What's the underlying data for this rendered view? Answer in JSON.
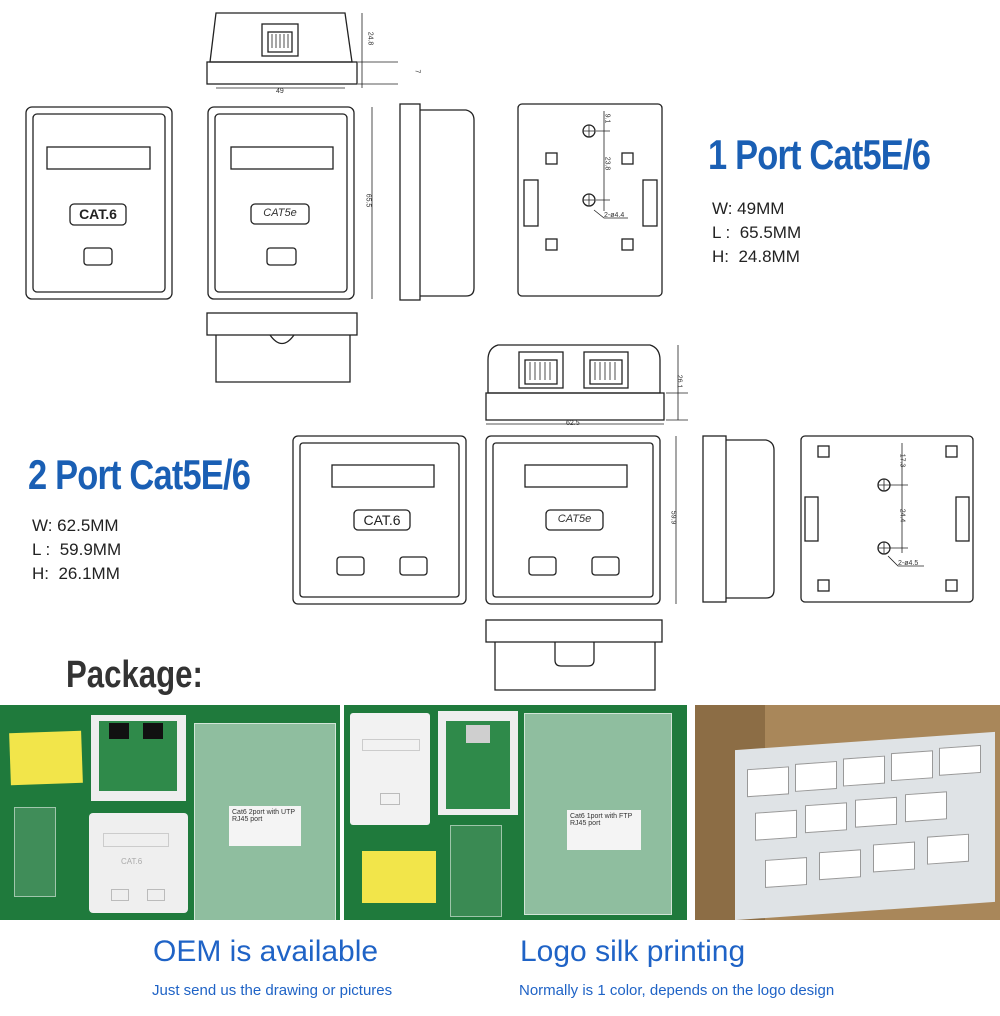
{
  "one_port": {
    "title": "1 Port Cat5E/6",
    "width": "W: 49MM",
    "length": "L :  65.5MM",
    "height": "H:  24.8MM",
    "label_cat6": "CAT.6",
    "label_cat5e": "CAT5e",
    "dims": {
      "top_width": "49",
      "top_height": "24.8",
      "flange": "7",
      "side_height": "65.5",
      "back_a": "9.1",
      "back_b": "23.8",
      "back_hole": "2-ø4.4"
    }
  },
  "two_port": {
    "title": "2 Port Cat5E/6",
    "width": "W: 62.5MM",
    "length": "L :  59.9MM",
    "height": "H:  26.1MM",
    "label_cat6": "CAT.6",
    "label_cat5e": "CAT5e",
    "dims": {
      "top_width": "62.5",
      "top_height": "26.1",
      "side_height": "59.9",
      "back_a": "17.3",
      "back_b": "24.4",
      "back_hole": "2-ø4.5"
    }
  },
  "package": {
    "heading": "Package:",
    "bag_label_1": "Cat6 2port with UTP RJ45 port",
    "bag_label_2": "Cat6 1port with FTP RJ45 port",
    "box_label": "CAT.6"
  },
  "footer": {
    "oem_title": "OEM is available",
    "oem_sub": "Just send us the drawing or pictures",
    "logo_title": "Logo silk printing",
    "logo_sub": "Normally is 1 color, depends on the logo design"
  },
  "colors": {
    "title_blue": "#1a5fb4",
    "footer_blue": "#1f63c6",
    "photo_green": "#1f7a3c",
    "cardboard": "#a9875a",
    "sponge_yellow": "#f2e54a"
  }
}
